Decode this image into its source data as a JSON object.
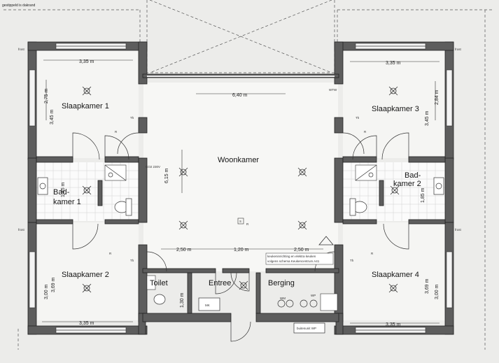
{
  "rooms": {
    "slaapkamer1": "Slaapkamer 1",
    "slaapkamer2": "Slaapkamer 2",
    "slaapkamer3": "Slaapkamer 3",
    "slaapkamer4": "Slaapkamer 4",
    "woonkamer": "Woonkamer",
    "badkamer1_line1": "Bad-",
    "badkamer1_line2": "kamer 1",
    "badkamer2_line1": "Bad-",
    "badkamer2_line2": "kamer 2",
    "toilet": "Toilet",
    "entree": "Entree",
    "berging": "Berging"
  },
  "dimensions": {
    "s1_width": "3,35 m",
    "s1_height_a": "2,75 m",
    "s1_height_b": "3,45 m",
    "s3_width": "3,35 m",
    "s3_height_a": "2,84 m",
    "s3_height_b": "3,45 m",
    "woon_width": "6,40 m",
    "woon_height": "6,15 m",
    "woon_left": "2,50 m",
    "woon_mid": "1,20 m",
    "woon_right": "2,50 m",
    "bad1_height": "1,85 m",
    "bad2_height": "1,85 m",
    "s2_height_a": "3,00 m",
    "s2_height_b": "3,69 m",
    "s2_width": "3,35 m",
    "s4_height_a": "3,69 m",
    "s4_height_b": "3,00 m",
    "s4_width": "3,35 m",
    "toilet_height": "1,30 m"
  },
  "notes": {
    "top_left": "gestippeld is dakrand",
    "kitchen_line1": "keukeninrichting en elektra keuken",
    "kitchen_line2": "volgens schema Keukencentrum A41",
    "buitenunit": "buitenunit WP",
    "frost_left_top": "frost",
    "frost_left_mid": "frost",
    "frost_right_top": "frost",
    "frost_right_mid": "frost",
    "mk": "MK",
    "wm": "WM",
    "wp": "WP",
    "co2": "CO2 230V",
    "wtw": "WTW"
  },
  "symbols": {
    "r": "R",
    "th": "Th",
    "s": "S"
  }
}
